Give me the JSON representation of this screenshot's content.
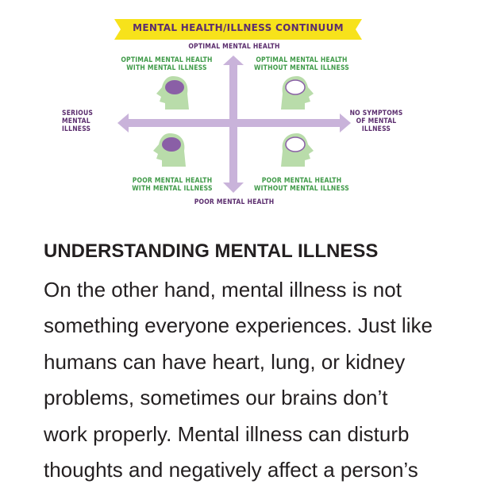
{
  "diagram": {
    "title": "MENTAL HEALTH/ILLNESS CONTINUUM",
    "top_axis": "OPTIMAL MENTAL HEALTH",
    "bottom_axis": "POOR MENTAL HEALTH",
    "left_axis": [
      "SERIOUS",
      "MENTAL",
      "ILLNESS"
    ],
    "right_axis": [
      "NO SYMPTOMS",
      "OF MENTAL",
      "ILLNESS"
    ],
    "quadrants": {
      "top_left": [
        "OPTIMAL MENTAL HEALTH",
        "WITH MENTAL ILLNESS"
      ],
      "top_right": [
        "OPTIMAL MENTAL HEALTH",
        "WITHOUT MENTAL ILLNESS"
      ],
      "bottom_left": [
        "POOR MENTAL HEALTH",
        "WITH MENTAL ILLNESS"
      ],
      "bottom_right": [
        "POOR MENTAL HEALTH",
        "WITHOUT MENTAL ILLNESS"
      ]
    },
    "colors": {
      "banner": "#f7e21b",
      "axis": "#c9b3da",
      "head": "#b9dcaa",
      "brain": "#8a5fa6",
      "purple_text": "#5b2d6e",
      "green_text": "#3f9a48"
    }
  },
  "article": {
    "heading": "UNDERSTANDING MENTAL ILLNESS",
    "lines": [
      "On the other hand, mental illness is not",
      "something everyone experiences. Just like",
      "humans can have heart, lung, or kidney",
      "problems, sometimes our brains don’t",
      "work properly. Mental illness can disturb",
      "thoughts and negatively affect a person’s"
    ]
  }
}
